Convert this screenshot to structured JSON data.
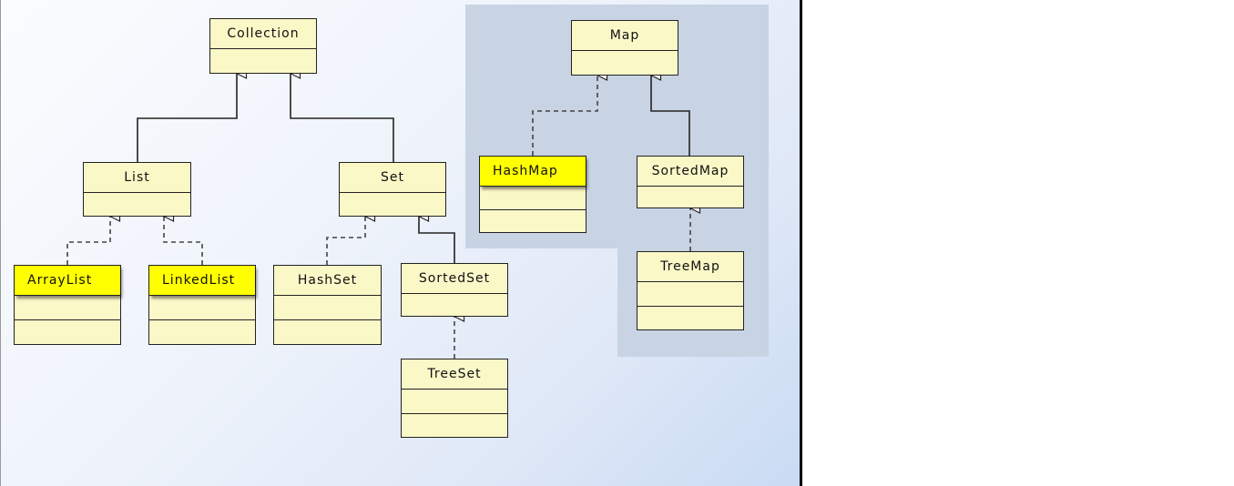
{
  "classes": {
    "collection": "Collection",
    "list": "List",
    "set": "Set",
    "arraylist": "ArrayList",
    "linkedlist": "LinkedList",
    "hashset": "HashSet",
    "sortedset": "SortedSet",
    "treeset": "TreeSet",
    "map": "Map",
    "hashmap": "HashMap",
    "sortedmap": "SortedMap",
    "treemap": "TreeMap"
  },
  "colors": {
    "class_fill": "#fbf8c8",
    "highlight": "#ffff00",
    "map_panel": "#c8d4e4",
    "line": "#222222"
  }
}
